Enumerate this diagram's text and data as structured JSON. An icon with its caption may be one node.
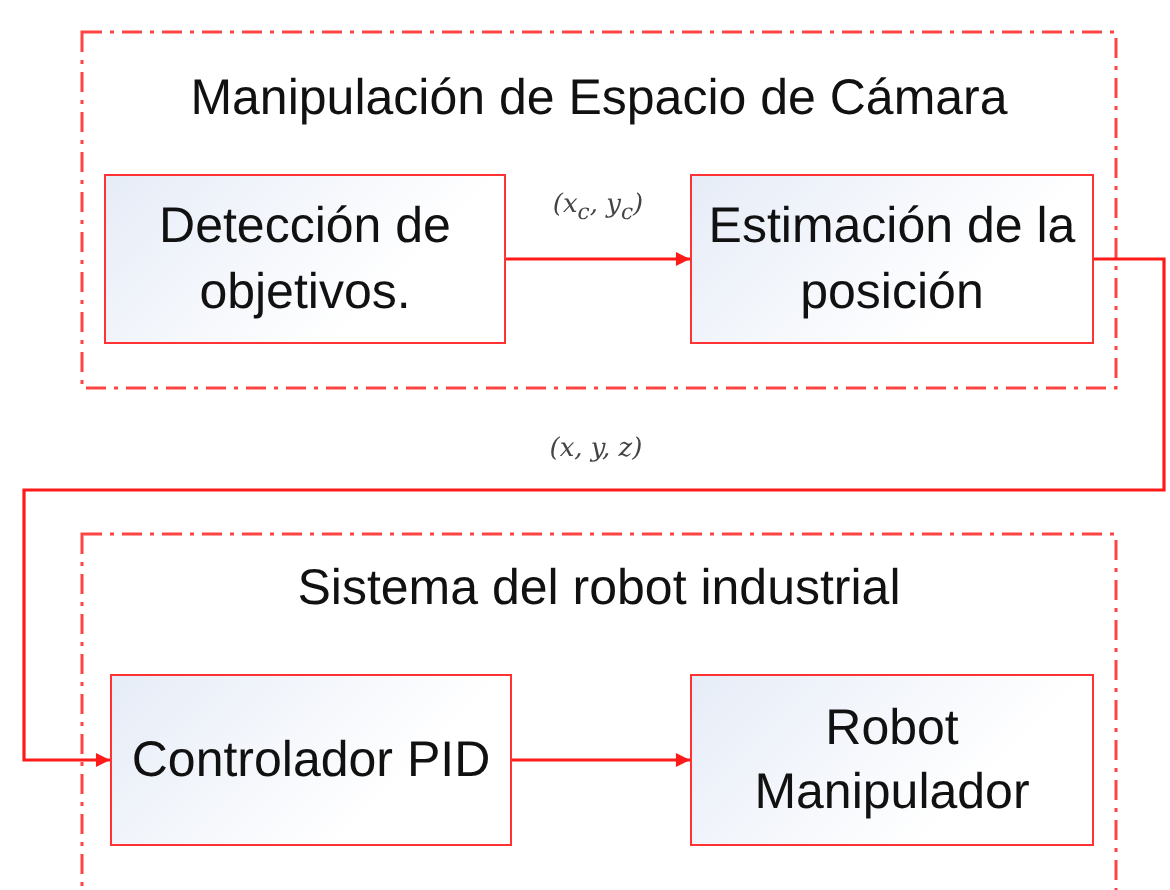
{
  "diagram": {
    "nodes": [
      {
        "text": [
          "Manipulación de Espacio de Cámara"
        ]
      },
      {
        "text": [
          "Detección de objetivos."
        ],
        "in": 0
      },
      {
        "text": [
          "Estimación de la posición"
        ],
        "in": 0
      },
      {
        "text": [
          "Sistema del robot industrial"
        ]
      },
      {
        "text": [
          "Controlador PID"
        ],
        "in": 3
      },
      {
        "text": [
          "Robot Manipulador"
        ],
        "in": 3
      }
    ],
    "edges": [
      {
        "from": 1,
        "to": 2,
        "arrow": "to",
        "label": "(x$_{c}$, y$_{c}$)"
      },
      {
        "from": 2,
        "to": 4,
        "arrow": "to",
        "label": "(x, y, z)"
      },
      {
        "from": 4,
        "to": 5,
        "arrow": "to"
      }
    ]
  }
}
